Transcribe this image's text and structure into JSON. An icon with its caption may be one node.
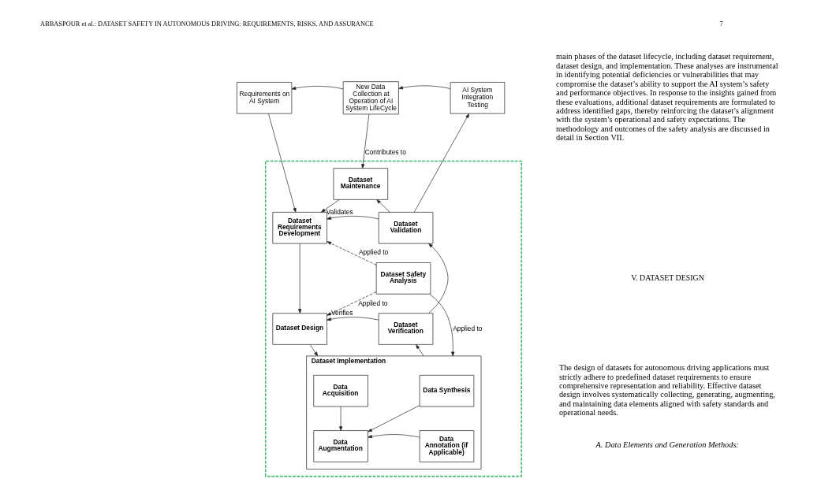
{
  "diagram": {
    "nodes": [
      {
        "text": [
          "Requirements on AI System"
        ]
      },
      {
        "text": [
          "New Data Collection at Operation of AI System LifeCycle"
        ]
      },
      {
        "text": [
          "AI System Integration Testing"
        ]
      },
      {
        "text": [],
        "shape": "box"
      },
      {
        "text": [
          "Dataset Maintenance"
        ],
        "in": 3
      },
      {
        "text": [
          "Dataset Requirements Development"
        ],
        "in": 3
      },
      {
        "text": [
          "Dataset Validation"
        ],
        "in": 3
      },
      {
        "text": [
          "Dataset Safety Analysis"
        ],
        "in": 3
      },
      {
        "text": [
          "Dataset Design"
        ],
        "in": 3
      },
      {
        "text": [
          "Dataset Verification"
        ],
        "in": 3
      },
      {
        "text": [
          "Dataset Implementation"
        ],
        "in": 3
      },
      {
        "text": [
          "Data Acquisition"
        ],
        "in": 10
      },
      {
        "text": [
          "Data Synthesis"
        ],
        "in": 10
      },
      {
        "text": [
          "Data Augmentation"
        ],
        "in": 10
      },
      {
        "text": [
          "Data Annotation (if Applicable)"
        ],
        "in": 10
      }
    ],
    "edges": [
      {
        "from": 1,
        "to": 0,
        "arrow": "to"
      },
      {
        "from": 2,
        "to": 1,
        "arrow": "to"
      },
      {
        "from": 1,
        "to": 4,
        "arrow": "to",
        "label": "Contributes to"
      },
      {
        "from": 0,
        "to": 5,
        "arrow": "to"
      },
      {
        "from": 4,
        "to": 5,
        "arrow": "to"
      },
      {
        "from": 6,
        "to": 4,
        "arrow": "to"
      },
      {
        "from": 6,
        "to": 5,
        "arrow": "to",
        "label": "Validates"
      },
      {
        "from": 6,
        "to": 2,
        "arrow": "to"
      },
      {
        "from": 5,
        "to": 8,
        "arrow": "to"
      },
      {
        "from": 7,
        "to": 5,
        "arrow": "to",
        "label": "Applied to",
        "style": "dashed"
      },
      {
        "from": 7,
        "to": 8,
        "arrow": "to",
        "label": "Applied to",
        "style": "dashed"
      },
      {
        "from": 7,
        "to": 10,
        "arrow": "to",
        "label": "Applied to"
      },
      {
        "from": 9,
        "to": 8,
        "arrow": "to",
        "label": "Verifies"
      },
      {
        "from": 8,
        "to": 10,
        "arrow": "to"
      },
      {
        "from": 10,
        "to": 9,
        "arrow": "to"
      },
      {
        "from": 9,
        "to": 6,
        "arrow": "to"
      },
      {
        "from": 11,
        "to": 13,
        "arrow": "to"
      },
      {
        "from": 12,
        "to": 13,
        "arrow": "to"
      },
      {
        "from": 14,
        "to": 13,
        "arrow": "to"
      }
    ],
    "labels": [
      "ABBASPOUR et al.: DATASET SAFETY IN AUTONOMOUS DRIVING: REQUIREMENTS, RISKS, AND ASSURANCE",
      "7",
      "main phases of the dataset lifecycle, including dataset requirement, dataset design, and implementation. These analyses are instrumental in identifying potential deficiencies or vulnerabilities that may compromise the dataset’s ability to support the AI system’s safety and performance objectives. In response to the insights gained from these evaluations, additional dataset requirements are formulated to address identified gaps, thereby reinforcing the dataset’s alignment with the system’s operational and safety expectations. The methodology and outcomes of the safety analysis are discussed in detail in Section VII.",
      "V. DATASET DESIGN",
      "The design of datasets for autonomous driving applications must strictly adhere to predefined dataset requirements to ensure comprehensive representation and reliability. Effective dataset design involves systematically collecting, generating, augmenting, and maintaining data elements aligned with safety standards and operational needs.",
      "A. Data Elements and Generation Methods:"
    ]
  }
}
